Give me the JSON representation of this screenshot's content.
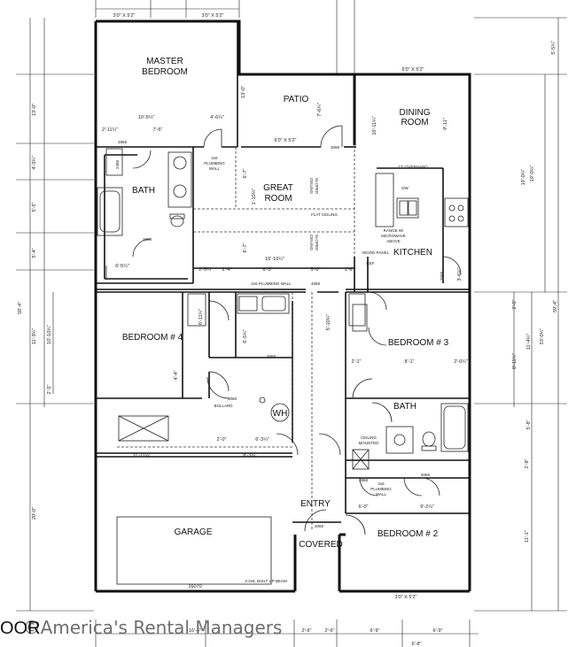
{
  "rooms": {
    "master": [
      "MASTER",
      "BEDROOM"
    ],
    "patio": "PATIO",
    "dining": [
      "DINING",
      "ROOM"
    ],
    "bath_master": "BATH",
    "great": [
      "GREAT",
      "ROOM"
    ],
    "kitchen": "KITCHEN",
    "bed4": "BEDROOM # 4",
    "bed3": "BEDROOM # 3",
    "bath2": "BATH",
    "garage": "GARAGE",
    "entry": "ENTRY",
    "covered": "COVERED",
    "bed2": "BEDROOM # 2",
    "wh": "WH"
  },
  "dims": {
    "top_a": "3'0\" X 5'2\"",
    "top_b": "3'0\" X 5'2\"",
    "m_w": "10'-5¼\"",
    "m_w2": "4'-6¼\"",
    "m_w3": "7'-6\"",
    "m_w4": "2'-11¼\"",
    "din_top": "6'0\" X 5'2\"",
    "din_h": "10'-11¼\"",
    "din_w": "9'-11\"",
    "patio_w": "6'0\" X 5'2\"",
    "patio_h": "7'-6¼\"",
    "patio_h2": "13'-0\"",
    "gr_w": "16'-10¼\"",
    "gr_h": "1'-10¼\"",
    "gr_h2": "6'-7\"",
    "gr_h3": "6'-7\"",
    "b_w": "6'-5¼\"",
    "h_a": "2'-5¼\"",
    "h_b": "2'-4\"",
    "h_c": "6'-3\"",
    "h_d": "5'-0\"",
    "h_e": "1'-6\"",
    "k_a": "3'-6¼\"",
    "k_b": "19'-0¼\"",
    "b4_a": "6'-11¼\"",
    "b4_b": "6'-5¼\"",
    "b4_c": "4'-4\"",
    "b4_d": "11'-3¼\"",
    "b4_e": "10'-10¼\"",
    "b4_f": "2'-5\"",
    "b4_g": "59'-4\"",
    "b3_a": "5'-10¼\"",
    "b3_b": "2'-1\"",
    "b3_c": "8'-1\"",
    "b3_d": "2'-0¼\"",
    "b3_e": "8'-11¼\"",
    "b3_f": "11'-4¼\"",
    "b3_g": "2'-5\"",
    "b3_h": "5'-8\"",
    "b3_i": "59'-4\"",
    "b3_j": "53'-0¼\"",
    "wh_a": "6'-3¼\"",
    "wh_b": "2'-0\"",
    "g_a": "11'-11¼\"",
    "g_b": "8'-3¼\"",
    "g_c": "20'-0\"",
    "g_door": "16070",
    "e_a": "6'-0\"",
    "e_b": "9'-2¼\"",
    "e_c": "2'-8\"",
    "b2_a": "11'-1\"",
    "b2_top": "3'0\" X 5'2\"",
    "bot_a": "16'-4\"",
    "bot_b": "2'-6\"",
    "bot_c": "2'-6\"",
    "bot_d": "6'-9\"",
    "bot_e": "6'-9\"",
    "bot_f": "6'-8\"",
    "left_a": "13'-0\"",
    "left_b": "4'-3¼\"",
    "left_c": "5'-5\"",
    "left_d": "5'-4\"",
    "left_e": "20'-0\"",
    "right_a": "5'-5¼\"",
    "right_b": "19'-0¼\""
  },
  "notes": {
    "plumb1": [
      "2x6",
      "PLUMBING",
      "WALL"
    ],
    "plumb2": "2x6 PLUMBING WALL",
    "plumb3": [
      "2x6",
      "PLUMBING",
      "WALL"
    ],
    "sloped1": [
      "SLOPED",
      "CEILING"
    ],
    "sloped2": [
      "SLOPED",
      "CEILING"
    ],
    "flat": "FLAT CEILING",
    "overhang": "12\" OVERHANG",
    "dw": "DW",
    "range": [
      "RANGE W/",
      "MICROWAVE",
      "ABOVE"
    ],
    "wood": "WOOD PANEL",
    "ref": "REF",
    "bollard": "BOLLARD",
    "ceiling_mounted": [
      "CEILING",
      "MOUNTED"
    ],
    "beam": "2-2x8, BUILT UP BEAM",
    "door3068": "3068",
    "door2868": "2868",
    "door2068": "2068",
    "door4068": "4068",
    "door5068": "5068",
    "door2468": "2468",
    "door2668": "2668"
  },
  "watermark": "©America's Rental Managers",
  "edge_text": "OOR"
}
